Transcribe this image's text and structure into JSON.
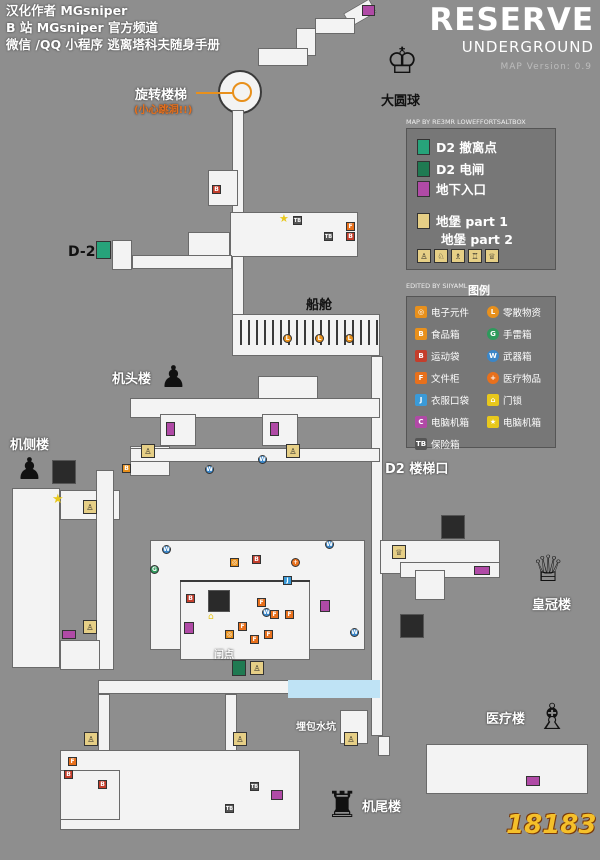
{
  "credits": {
    "line1": "汉化作者 MGsniper",
    "line2": "B 站 MGsniper 官方频道",
    "line3": "微信 /QQ 小程序 逃离塔科夫随身手册"
  },
  "title": {
    "main": "RESERVE",
    "sub": "UNDERGROUND",
    "version": "MAP  Version: 0.9"
  },
  "map_by": "MAP BY  RE3MR  LOWEFFORTSALTBOX",
  "edited_by": "EDITED BY SIIYAML",
  "legend_primary": {
    "exfil": "D2 撤离点",
    "power": "D2 电闸",
    "entrance": "地下入口",
    "bunker1": "地堡 part 1",
    "bunker2": "地堡 part 2"
  },
  "legend_title": "图例",
  "legend_items": [
    {
      "label": "电子元件",
      "color": "#e8901c",
      "glyph": "◎"
    },
    {
      "label": "零散物资",
      "color": "#e8901c",
      "glyph": "L"
    },
    {
      "label": "食品箱",
      "color": "#e8901c",
      "glyph": "B"
    },
    {
      "label": "手雷箱",
      "color": "#2e9a5c",
      "glyph": "G"
    },
    {
      "label": "运动袋",
      "color": "#c43e2c",
      "glyph": "B"
    },
    {
      "label": "武器箱",
      "color": "#3a86c8",
      "glyph": "W"
    },
    {
      "label": "文件柜",
      "color": "#e8701c",
      "glyph": "F"
    },
    {
      "label": "医疗物品",
      "color": "#e8701c",
      "glyph": "+"
    },
    {
      "label": "衣服口袋",
      "color": "#3a9ad8",
      "glyph": "J"
    },
    {
      "label": "门锁",
      "color": "#e8c81c",
      "glyph": "⌂"
    },
    {
      "label": "电脑机箱",
      "color": "#b04aa6",
      "glyph": "C"
    },
    {
      "label": "电脑机箱",
      "color": "#e8c81c",
      "glyph": "★"
    },
    {
      "label": "保险箱",
      "color": "#555555",
      "glyph": "TB"
    }
  ],
  "places": {
    "spiral_stairs": "旋转楼梯",
    "spiral_warning": "(小心跳洞!!)",
    "big_dome": "大圆球",
    "d2": "D-2",
    "hold": "船舱",
    "knight_building": "机头楼",
    "knight_side": "机侧楼",
    "d2_stairs": "D2 楼梯口",
    "queen_building": "皇冠楼",
    "pass_point": "闸点",
    "water_pit": "埋包水坑",
    "medical": "医疗楼",
    "tail_building": "机尾楼"
  },
  "icons": {
    "big_dome": "chess-king-icon",
    "knight": "chess-pawn-icon",
    "knight_side": "chess-pawn-icon",
    "queen": "chess-queen-icon",
    "medical": "chess-bishop-icon",
    "tail": "chess-rook-icon"
  },
  "watermark": "18183",
  "colors": {
    "exfil": "#27a37a",
    "power": "#1f7a52",
    "entrance": "#b04aa6",
    "bunker": "#e6cf86",
    "background": "#8e8e8e",
    "water": "#bfe3f5"
  }
}
